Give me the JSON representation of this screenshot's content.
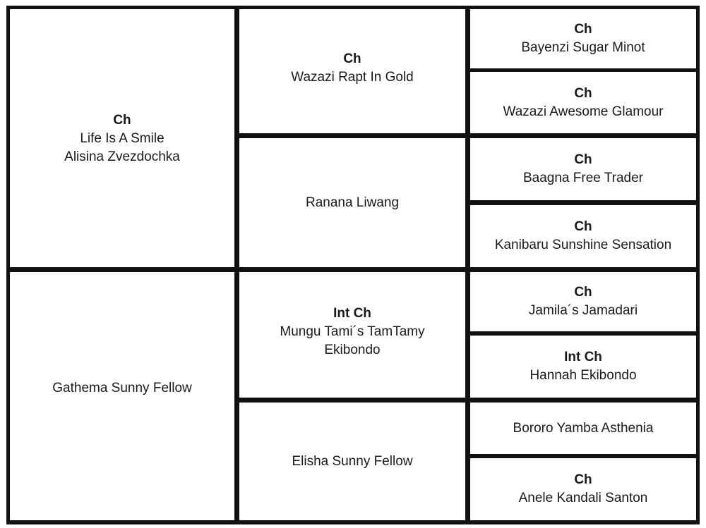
{
  "pedigree": {
    "sire": {
      "title": "Ch",
      "name": "Life Is A Smile\nAlisina Zvezdochka"
    },
    "dam": {
      "title": "",
      "name": "Gathema Sunny Fellow"
    },
    "sire_sire": {
      "title": "Ch",
      "name": "Wazazi Rapt In Gold"
    },
    "sire_dam": {
      "title": "",
      "name": "Ranana Liwang"
    },
    "dam_sire": {
      "title": "Int Ch",
      "name": "Mungu Tami´s TamTamy\nEkibondo"
    },
    "dam_dam": {
      "title": "",
      "name": "Elisha Sunny Fellow"
    },
    "ss_sire": {
      "title": "Ch",
      "name": "Bayenzi Sugar Minot"
    },
    "ss_dam": {
      "title": "Ch",
      "name": "Wazazi Awesome Glamour"
    },
    "sd_sire": {
      "title": "Ch",
      "name": "Baagna Free Trader"
    },
    "sd_dam": {
      "title": "Ch",
      "name": "Kanibaru Sunshine Sensation"
    },
    "ds_sire": {
      "title": "Ch",
      "name": "Jamila´s Jamadari"
    },
    "ds_dam": {
      "title": "Int Ch",
      "name": "Hannah Ekibondo"
    },
    "dd_sire": {
      "title": "",
      "name": "Bororo Yamba Asthenia"
    },
    "dd_dam": {
      "title": "Ch",
      "name": "Anele Kandali Santon"
    }
  }
}
